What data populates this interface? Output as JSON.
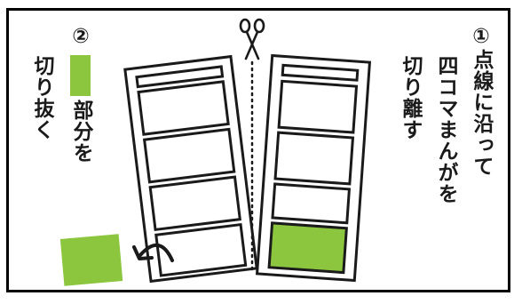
{
  "step1": {
    "number": "①",
    "line1": "点線に沿って",
    "line2": "四コマまんがを",
    "line3": "切り離す"
  },
  "step2": {
    "number": "②",
    "line1": "部分を",
    "line2": "切り抜く"
  },
  "colors": {
    "highlight_green": "#8cc63f",
    "ink": "#1a1a1a"
  },
  "icons": [
    "scissors-icon",
    "curved-arrow-icon"
  ]
}
